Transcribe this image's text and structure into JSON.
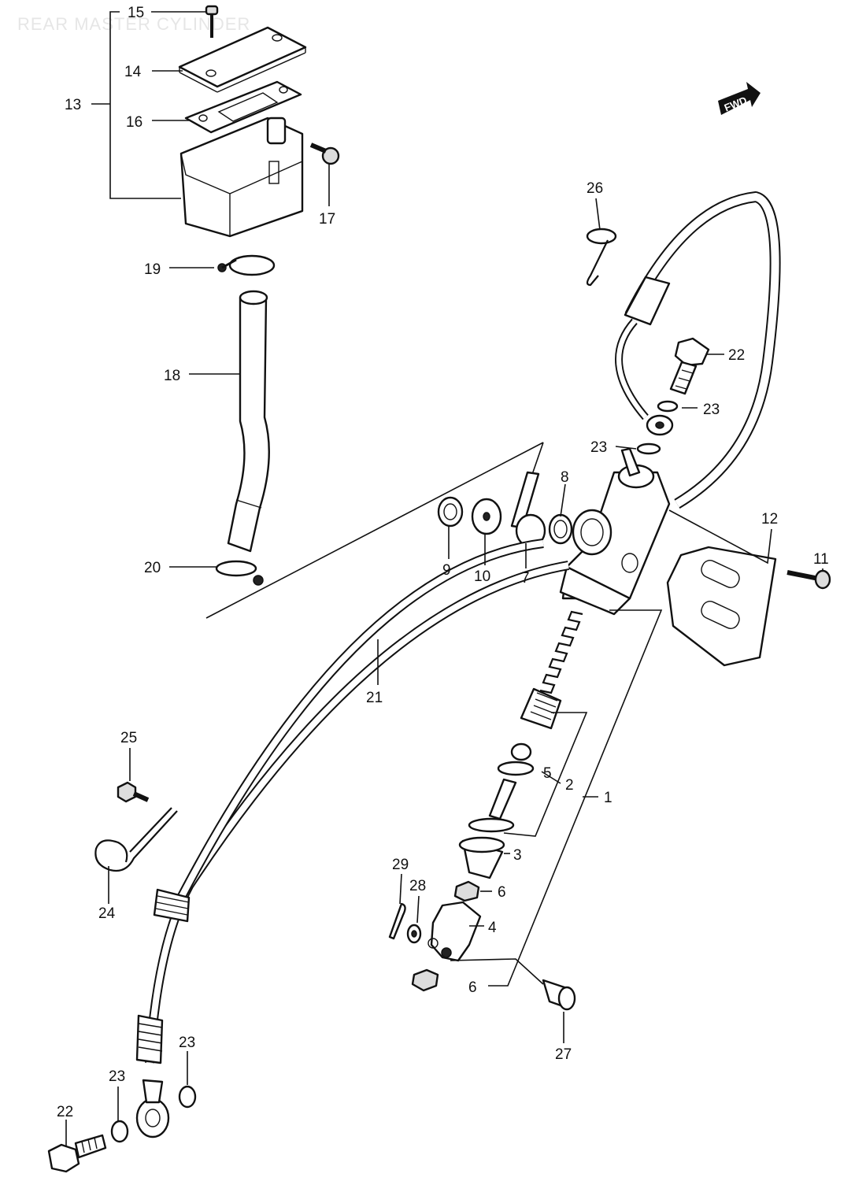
{
  "diagram": {
    "watermark": "REAR MASTER CYLINDER",
    "fwd_badge": "FWD",
    "part_numbers": {
      "p1": "1",
      "p2": "2",
      "p3": "3",
      "p4": "4",
      "p5": "5",
      "p6a": "6",
      "p6b": "6",
      "p7": "7",
      "p8": "8",
      "p9": "9",
      "p10": "10",
      "p11": "11",
      "p12": "12",
      "p13": "13",
      "p14": "14",
      "p15": "15",
      "p16": "16",
      "p17": "17",
      "p18": "18",
      "p19": "19",
      "p20": "20",
      "p21": "21",
      "p22a": "22",
      "p22b": "22",
      "p23a": "23",
      "p23b": "23",
      "p23c": "23",
      "p23d": "23",
      "p24": "24",
      "p25": "25",
      "p26": "26",
      "p27": "27",
      "p28": "28",
      "p29": "29"
    }
  }
}
